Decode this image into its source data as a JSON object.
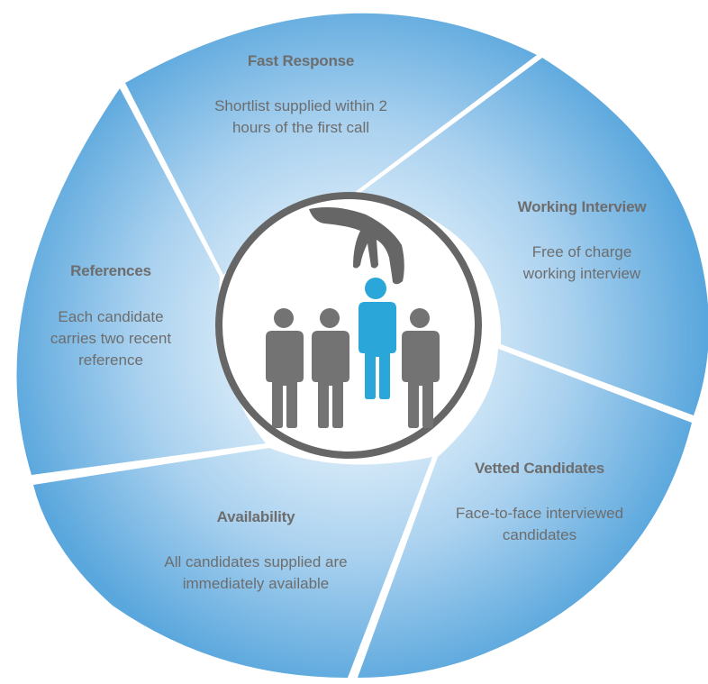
{
  "colors": {
    "segment_outer": "#5aa7dd",
    "segment_inner": "#d9ebf8",
    "divider": "#ffffff",
    "hub_ring": "#666666",
    "figure_gray": "#737373",
    "figure_highlight": "#2aa6d9",
    "hand": "#666666",
    "text": "#6d6d6d"
  },
  "center": {
    "icon": "hand-picking-candidate-icon"
  },
  "segments": [
    {
      "id": "fast-response",
      "title": "Fast Response",
      "lines": [
        "Shortlist supplied within 2",
        "hours of the first call"
      ]
    },
    {
      "id": "working-interview",
      "title": "Working Interview",
      "lines": [
        "Free of charge",
        "working interview"
      ]
    },
    {
      "id": "vetted-candidates",
      "title": "Vetted Candidates",
      "lines": [
        "Face-to-face interviewed",
        "candidates"
      ]
    },
    {
      "id": "availability",
      "title": "Availability",
      "lines": [
        "All candidates supplied are",
        "immediately available"
      ]
    },
    {
      "id": "references",
      "title": "References",
      "lines": [
        "Each candidate",
        "carries two recent",
        "reference"
      ]
    }
  ]
}
